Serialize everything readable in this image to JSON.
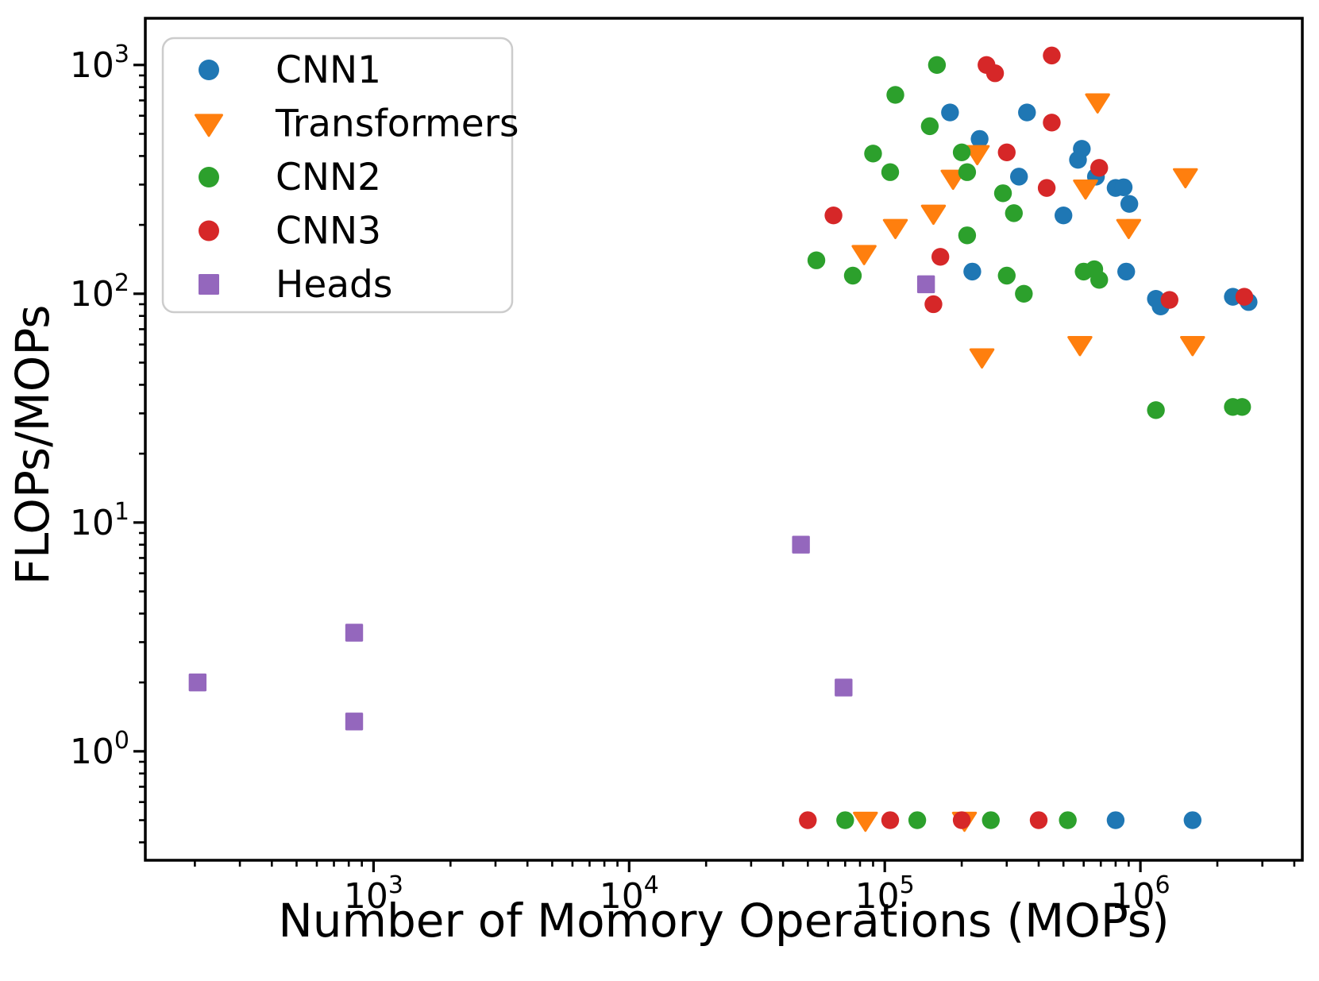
{
  "figure": {
    "xlabel": "Number of Momory Operations (MOPs)",
    "ylabel": "FLOPs/MOPs"
  },
  "chart_data": {
    "type": "scatter",
    "title": "",
    "xlabel": "Number of Momory Operations (MOPs)",
    "ylabel": "FLOPs/MOPs",
    "xscale": "log",
    "yscale": "log",
    "xlim": [
      128,
      4300000
    ],
    "ylim": [
      0.334,
      1600
    ],
    "xticks": [
      1000,
      10000,
      100000,
      1000000
    ],
    "yticks": [
      1,
      10,
      100,
      1000
    ],
    "grid": false,
    "legend": {
      "position": "upper left",
      "entries": [
        {
          "label": "CNN1",
          "marker": "circle",
          "color": "#1f77b4"
        },
        {
          "label": "Transformers",
          "marker": "triangle-down",
          "color": "#ff7f0e"
        },
        {
          "label": "CNN2",
          "marker": "circle",
          "color": "#2ca02c"
        },
        {
          "label": "CNN3",
          "marker": "circle",
          "color": "#d62728"
        },
        {
          "label": "Heads",
          "marker": "square",
          "color": "#9467bd"
        }
      ]
    },
    "series": [
      {
        "name": "CNN1",
        "marker": "circle",
        "color": "#1f77b4",
        "points": [
          [
            180000,
            620
          ],
          [
            235000,
            475
          ],
          [
            220000,
            125
          ],
          [
            360000,
            620
          ],
          [
            335000,
            325
          ],
          [
            590000,
            430
          ],
          [
            570000,
            385
          ],
          [
            670000,
            325
          ],
          [
            500000,
            220
          ],
          [
            800000,
            290
          ],
          [
            860000,
            292
          ],
          [
            905000,
            247
          ],
          [
            880000,
            125
          ],
          [
            1150000,
            95
          ],
          [
            1200000,
            88
          ],
          [
            2300000,
            97
          ],
          [
            2650000,
            92
          ],
          [
            800000,
            0.5
          ],
          [
            1600000,
            0.5
          ]
        ]
      },
      {
        "name": "Transformers",
        "marker": "triangle-down",
        "color": "#ff7f0e",
        "points": [
          [
            680000,
            690
          ],
          [
            230000,
            410
          ],
          [
            185000,
            320
          ],
          [
            155000,
            225
          ],
          [
            110000,
            195
          ],
          [
            83000,
            150
          ],
          [
            900000,
            195
          ],
          [
            610000,
            290
          ],
          [
            1500000,
            325
          ],
          [
            240000,
            53
          ],
          [
            580000,
            60
          ],
          [
            1600000,
            60
          ],
          [
            84000,
            0.5
          ],
          [
            205000,
            0.5
          ]
        ]
      },
      {
        "name": "CNN2",
        "marker": "circle",
        "color": "#2ca02c",
        "points": [
          [
            160000,
            1000
          ],
          [
            110000,
            740
          ],
          [
            150000,
            540
          ],
          [
            90000,
            410
          ],
          [
            200000,
            415
          ],
          [
            105000,
            340
          ],
          [
            210000,
            340
          ],
          [
            210000,
            180
          ],
          [
            54000,
            140
          ],
          [
            75000,
            120
          ],
          [
            290000,
            275
          ],
          [
            320000,
            225
          ],
          [
            300000,
            120
          ],
          [
            350000,
            100
          ],
          [
            600000,
            125
          ],
          [
            660000,
            128
          ],
          [
            690000,
            115
          ],
          [
            1150000,
            31
          ],
          [
            2300000,
            32
          ],
          [
            2500000,
            32
          ],
          [
            70000,
            0.5
          ],
          [
            134000,
            0.5
          ],
          [
            260000,
            0.5
          ],
          [
            520000,
            0.5
          ]
        ]
      },
      {
        "name": "CNN3",
        "marker": "circle",
        "color": "#d62728",
        "points": [
          [
            450000,
            1100
          ],
          [
            250000,
            1000
          ],
          [
            270000,
            920
          ],
          [
            450000,
            560
          ],
          [
            300000,
            415
          ],
          [
            690000,
            355
          ],
          [
            430000,
            290
          ],
          [
            63000,
            220
          ],
          [
            165000,
            145
          ],
          [
            155000,
            90
          ],
          [
            1300000,
            94
          ],
          [
            2550000,
            97
          ],
          [
            50000,
            0.5
          ],
          [
            105000,
            0.5
          ],
          [
            200000,
            0.5
          ],
          [
            400000,
            0.5
          ]
        ]
      },
      {
        "name": "Heads",
        "marker": "square",
        "color": "#9467bd",
        "points": [
          [
            205,
            2.0
          ],
          [
            840,
            3.3
          ],
          [
            840,
            1.35
          ],
          [
            47000,
            8.0
          ],
          [
            69000,
            1.9
          ],
          [
            145000,
            110
          ]
        ]
      }
    ]
  }
}
